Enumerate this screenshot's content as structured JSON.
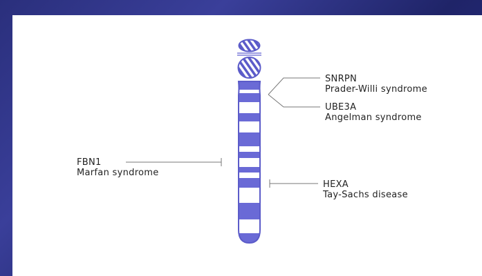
{
  "diagram": {
    "chromosome_colors": {
      "outline": "#5b5bc9",
      "band_dark": "#6a6ad6",
      "band_light": "#ffffff",
      "hatch": "#5b5bc9"
    },
    "annotations": [
      {
        "gene": "SNRPN",
        "disease": "Prader-Willi syndrome"
      },
      {
        "gene": "UBE3A",
        "disease": "Angelman syndrome"
      },
      {
        "gene": "FBN1",
        "disease": "Marfan syndrome"
      },
      {
        "gene": "HEXA",
        "disease": "Tay-Sachs disease"
      }
    ]
  }
}
